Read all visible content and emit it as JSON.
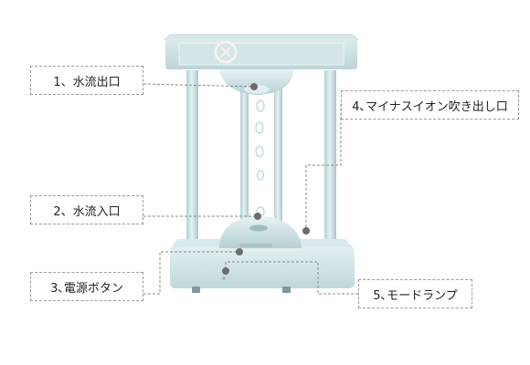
{
  "labels": {
    "water_outlet": "1、水流出口",
    "water_inlet": "2、水流入口",
    "power_button": "3､電源ボタン",
    "ion_outlet": "4､マイナスイオン吹き出し口",
    "mode_lamp": "5､モードランプ"
  },
  "colors": {
    "body": "#cfe2e4",
    "body_shade": "#aecbcf",
    "body_light": "#e5f0f1",
    "callout_dot": "#6d6d6d",
    "callout_line": "#8a8a8a"
  }
}
